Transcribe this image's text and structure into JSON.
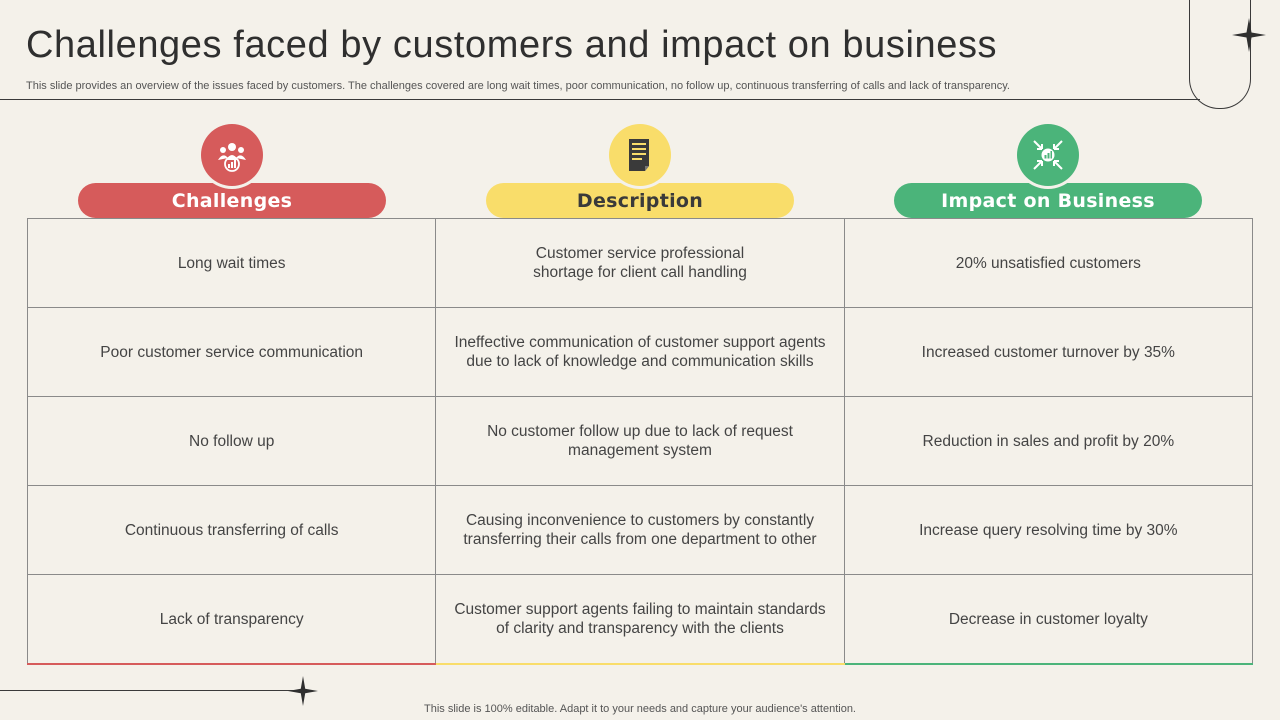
{
  "slide": {
    "title": "Challenges faced by customers and impact on business",
    "subtitle": "This slide provides an overview of the issues faced by customers. The challenges covered are long wait times, poor communication, no follow up, continuous transferring of calls and lack of transparency.",
    "footer": "This slide is 100% editable. Adapt it to your needs and capture your audience's attention."
  },
  "columns": [
    {
      "label": "Challenges",
      "icon": "team-analytics-icon",
      "color": "#d65b5b"
    },
    {
      "label": "Description",
      "icon": "document-icon",
      "color": "#f9dd6a"
    },
    {
      "label": "Impact on Business",
      "icon": "business-growth-icon",
      "color": "#4bb47a"
    }
  ],
  "rows": [
    {
      "challenge": "Long wait times",
      "description": "Customer service professional\nshortage for client call handling",
      "impact": "20% unsatisfied customers"
    },
    {
      "challenge": "Poor customer service communication",
      "description": "Ineffective communication of customer support agents due to lack of knowledge and communication skills",
      "impact": "Increased customer turnover by 35%"
    },
    {
      "challenge": "No follow up",
      "description": "No customer follow up due to lack of request management system",
      "impact": "Reduction in sales and profit by 20%"
    },
    {
      "challenge": "Continuous transferring of calls",
      "description": "Causing inconvenience to customers by constantly transferring their calls from one department to other",
      "impact": "Increase query resolving time by 30%"
    },
    {
      "challenge": "Lack of transparency",
      "description": "Customer support agents failing to maintain standards of clarity and transparency with the clients",
      "impact": "Decrease in customer loyalty"
    }
  ]
}
